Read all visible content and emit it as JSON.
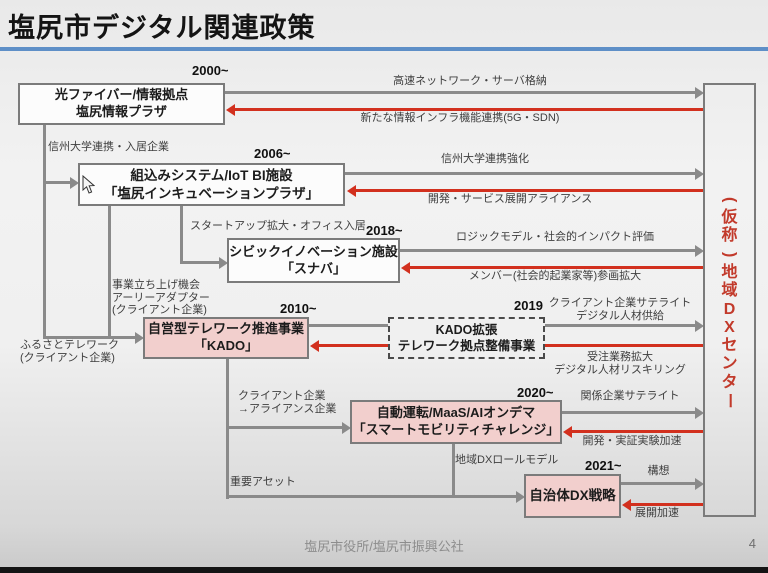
{
  "title": "塩尻市デジタル関連政策",
  "footer": {
    "credit": "塩尻市役所/塩尻市振興公社",
    "page": "4"
  },
  "colors": {
    "accent_blue": "#5e8fc7",
    "arrow_gray": "#8a8a8a",
    "arrow_red": "#d2301e",
    "box_pink": "#f2cfcd",
    "center_text_red": "#c23a2b"
  },
  "nodes": {
    "plaza": {
      "year": "2000~",
      "line1": "光ファイバー/情報拠点",
      "line2": "塩尻情報プラザ"
    },
    "incubation": {
      "year": "2006~",
      "line1": "組込みシステム/IoT BI施設",
      "line2": "「塩尻インキュベーションプラザ」"
    },
    "snaba": {
      "year": "2018~",
      "line1": "シビックイノベーション施設",
      "line2": "「スナバ」"
    },
    "kado": {
      "year": "2010~",
      "line1": "自営型テレワーク推進事業",
      "line2": "「KADO」"
    },
    "kado_ext": {
      "year": "2019",
      "line1": "KADO拡張",
      "line2": "テレワーク拠点整備事業"
    },
    "mobility": {
      "year": "2020~",
      "line1": "自動運転/MaaS/AIオンデマ",
      "line2": "「スマートモビリティチャレンジ」"
    },
    "dx_strategy": {
      "year": "2021~",
      "line1": "自治体DX戦略"
    },
    "dx_center": {
      "label": "(仮称)地域DXセンター"
    }
  },
  "edges": {
    "plaza": {
      "to_center": "高速ネットワーク・サーバ格納",
      "from_center": "新たな情報インフラ機能連携(5G・SDN)"
    },
    "incubation": {
      "to_center": "信州大学連携強化",
      "from_center": "開発・サービス展開アライアンス"
    },
    "snaba": {
      "to_center": "ロジックモデル・社会的インパクト評価",
      "from_center": "メンバー(社会的起業家等)参画拡大"
    },
    "kado": {
      "to_center": "クライアント企業サテライト\nデジタル人材供給",
      "from_center": "受注業務拡大\nデジタル人材リスキリング"
    },
    "mobility": {
      "to_center": "関係企業サテライト",
      "from_center": "開発・実証実験加速"
    },
    "dx_strategy": {
      "to_center": "構想",
      "from_center": "展開加速"
    }
  },
  "flow_labels": {
    "plaza_to_incubation": "信州大学連携・入居企業",
    "incubation_to_snaba": "スタートアップ拡大・オフィス入居",
    "incubation_to_kado": "事業立ち上げ機会\nアーリーアダプター\n(クライアント企業)",
    "plaza_to_kado": "ふるさとテレワーク\n(クライアント企業)",
    "kado_to_mobility": "クライアント企業\n→アライアンス企業",
    "kado_to_dx": "重要アセット",
    "mobility_to_dx": "地域DXロールモデル"
  }
}
